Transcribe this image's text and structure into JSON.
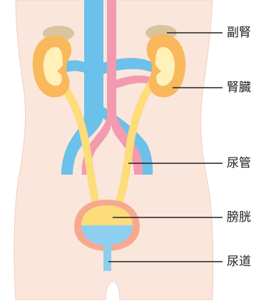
{
  "diagram": {
    "labels": {
      "adrenal": "副腎",
      "kidney": "腎臓",
      "ureter": "尿管",
      "bladder": "膀胱",
      "urethra": "尿道"
    },
    "colors": {
      "skin": "#fbe6dc",
      "skin_outline": "#f0cfc2",
      "vein": "#6bc1ea",
      "artery": "#f29ab0",
      "urine": "#fddc7a",
      "kidney": "#f9b85c",
      "kidney_inner": "#fff1b8",
      "adrenal": "#d9c49f",
      "bladder": "#f7a98f",
      "urethra": "#8ecff0",
      "line": "#222222"
    }
  }
}
